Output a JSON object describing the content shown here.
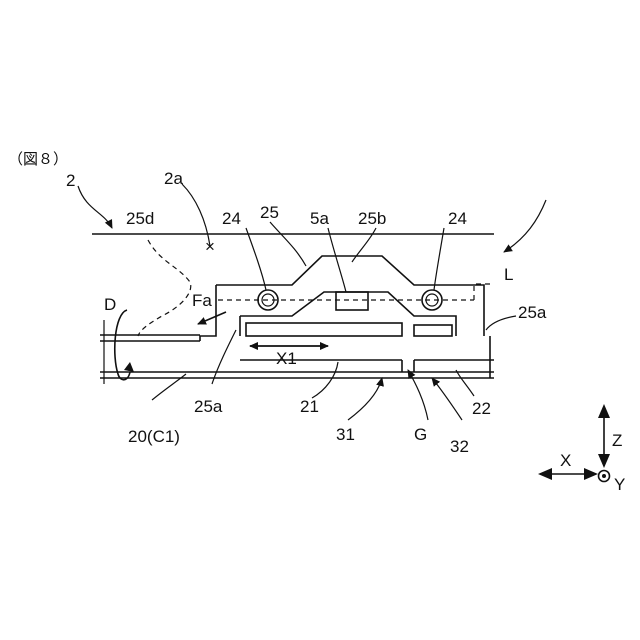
{
  "figure": {
    "caption": "（図８）"
  },
  "labels": {
    "l_2": "2",
    "l_2a": "2a",
    "l_25d": "25d",
    "l_24_left": "24",
    "l_25": "25",
    "l_5a": "5a",
    "l_25b": "25b",
    "l_24_right": "24",
    "l_L": "L",
    "l_D": "D",
    "l_Fa": "Fa",
    "l_25a_right": "25a",
    "l_X1": "X1",
    "l_25a_left": "25a",
    "l_21": "21",
    "l_22": "22",
    "l_20": "20(C1)",
    "l_31": "31",
    "l_G": "G",
    "l_32": "32"
  },
  "axes": {
    "z": "Z",
    "x": "X",
    "y": "Y"
  }
}
